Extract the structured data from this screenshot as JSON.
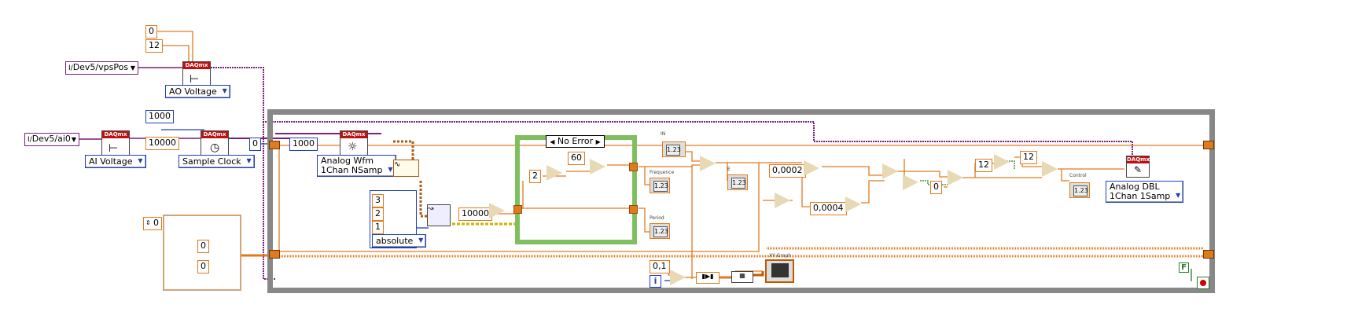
{
  "constants": {
    "ao_min": "0",
    "ao_max": "12",
    "ao_channel": "Dev5/vpsPos",
    "ai_channel": "Dev5/ai0",
    "clock_rate": "1000",
    "samples": "10000",
    "loop_start": "0",
    "read_samples": "1000",
    "array_3": "3",
    "array_2": "2",
    "array_1": "1",
    "divisor": "10000",
    "two": "2",
    "sixty": "60",
    "k_0002": "0,0002",
    "k_0004": "0,0004",
    "zero_b": "0",
    "twelve_b": "12",
    "twelve_c": "12",
    "step": "0,1",
    "iter_i": "i",
    "shift_init": "0",
    "shiftreg_top": "0",
    "shiftreg_bot": "0",
    "stop_f": "F"
  },
  "vis": {
    "ao_voltage": "AO Voltage",
    "ai_voltage": "AI Voltage",
    "sample_clock": "Sample Clock",
    "analog_wfm_1": "Analog Wfm",
    "analog_wfm_2": "1Chan NSamp",
    "absolute": "absolute",
    "no_error": "No Error",
    "analog_dbl_1": "Analog DBL",
    "analog_dbl_2": "1Chan 1Samp"
  },
  "indicators": {
    "frequence": "Frequence",
    "period": "Period",
    "e": "E",
    "in": "IN",
    "control": "Control",
    "xy_graph": "XY Graph"
  },
  "icons": {
    "daqmx_header": "DAQmx",
    "dbl": "DBL",
    "numeric": "1.23"
  },
  "colors": {
    "wire_orange": "#e07a1e",
    "wire_purple": "#7a1f7a",
    "wire_blue": "#1f3fbf",
    "wire_green": "#2a7d2a",
    "case_green": "#7fbf5f",
    "loop_gray": "#888888"
  }
}
